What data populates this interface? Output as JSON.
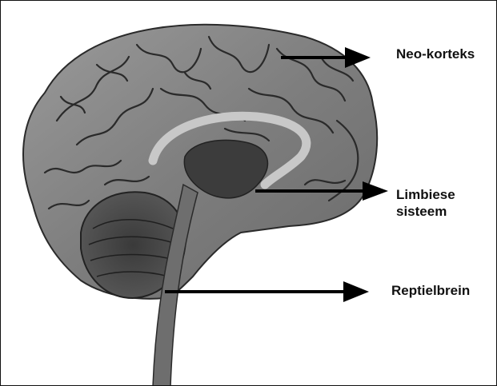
{
  "diagram": {
    "labels": {
      "neocortex": "Neo-korteks",
      "limbic_line1": "Limbiese",
      "limbic_line2": "sisteem",
      "reptilian": "Reptielbrein"
    }
  },
  "colors": {
    "cortex": "#8c8c8c",
    "cortex_dark": "#5a5a5a",
    "cortex_folds": "#2a2a2a",
    "cerebellum": "#4a4a4a",
    "brainstem": "#6e6e6e",
    "corpus_callosum": "#c8c8c8",
    "arrow": "#000000",
    "text": "#111111"
  }
}
